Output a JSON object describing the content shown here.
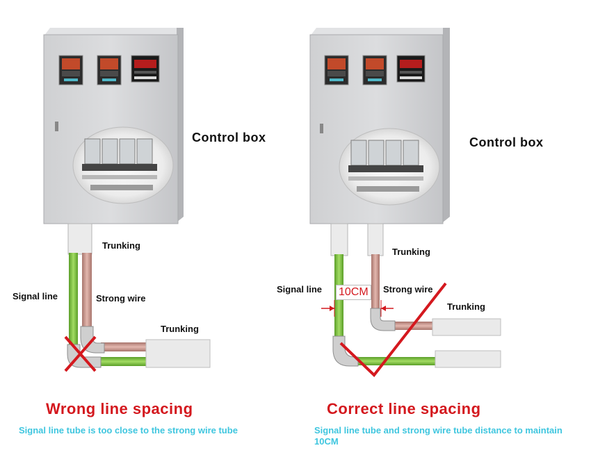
{
  "colors": {
    "cabinet": "#d3d4d6",
    "cabinet_edge": "#a9aaad",
    "signal_wire": "#7cbf3a",
    "strong_wire": "#c9968e",
    "trunking": "#e7e7e7",
    "mark_red": "#d4181e",
    "caption_cyan": "#3fc6df"
  },
  "icons": [
    "wrong-cross-icon",
    "correct-check-icon",
    "distance-arrow-icon"
  ],
  "left": {
    "control_box_label": "Control box",
    "trunking_top_label": "Trunking",
    "signal_line_label": "Signal line",
    "strong_wire_label": "Strong wire",
    "trunking_side_label": "Trunking",
    "heading": "Wrong line spacing",
    "caption": "Signal line tube is too close to the strong wire tube"
  },
  "right": {
    "control_box_label": "Control box",
    "trunking_top_label": "Trunking",
    "signal_line_label": "Signal line",
    "distance_label": "10CM",
    "strong_wire_label": "Strong wire",
    "trunking_side_label": "Trunking",
    "heading": "Correct line spacing",
    "caption": "Signal line tube and strong wire tube distance to maintain 10CM"
  }
}
